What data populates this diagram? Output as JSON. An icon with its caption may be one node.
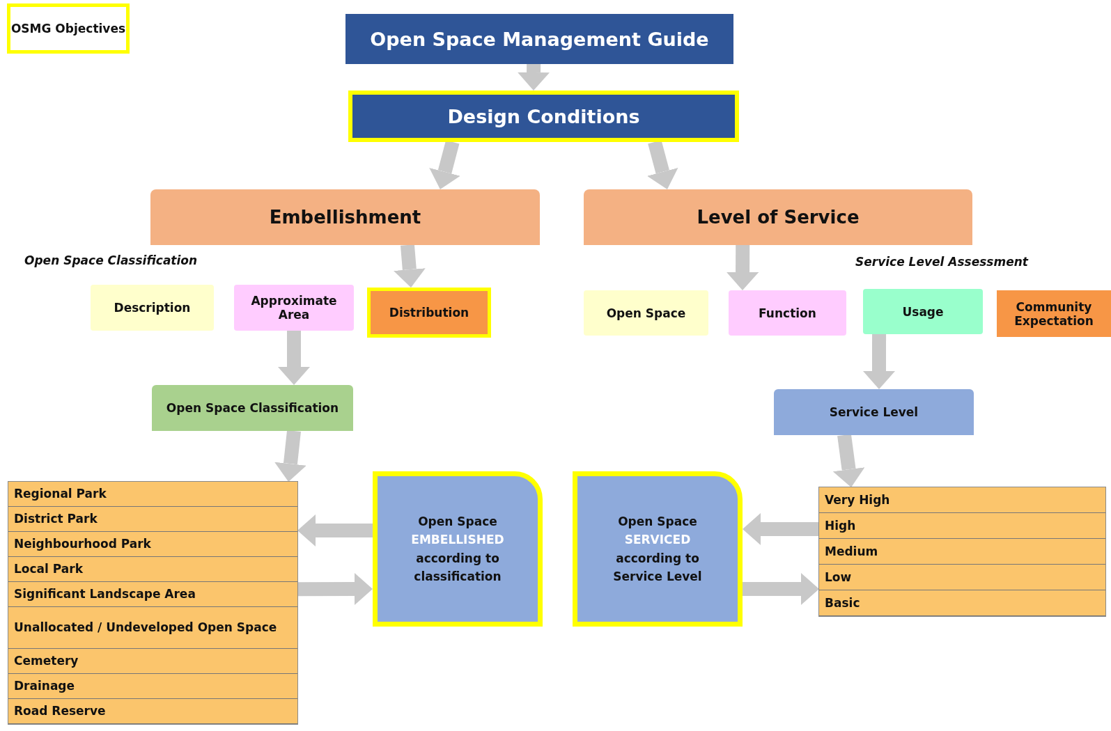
{
  "diagram": {
    "nodes": [
      {
        "text": [
          "OSMG Objectives"
        ]
      },
      {
        "text": [
          "Open Space Management Guide"
        ]
      },
      {
        "text": [
          "Design Conditions"
        ]
      },
      {
        "text": [
          "Embellishment"
        ]
      },
      {
        "text": [
          "Level of Service"
        ]
      },
      {
        "text": [
          "Description"
        ]
      },
      {
        "text": [
          "Approximate Area"
        ]
      },
      {
        "text": [
          "Distribution"
        ]
      },
      {
        "text": [
          "Open Space"
        ]
      },
      {
        "text": [
          "Function"
        ]
      },
      {
        "text": [
          "Usage"
        ]
      },
      {
        "text": [
          "Community Expectation"
        ]
      },
      {
        "text": [
          "Open Space Classification"
        ]
      },
      {
        "text": [
          "Service Level"
        ]
      },
      {
        "text": [],
        "shape": "box"
      },
      {
        "text": [
          "Regional Park"
        ],
        "in": 14
      },
      {
        "text": [
          "District Park"
        ],
        "in": 14
      },
      {
        "text": [
          "Neighbourhood Park"
        ],
        "in": 14
      },
      {
        "text": [
          "Local Park"
        ],
        "in": 14
      },
      {
        "text": [
          "Significant Landscape Area"
        ],
        "in": 14
      },
      {
        "text": [
          "Unallocated / Undeveloped Open Space"
        ],
        "in": 14
      },
      {
        "text": [
          "Cemetery"
        ],
        "in": 14
      },
      {
        "text": [
          "Drainage"
        ],
        "in": 14
      },
      {
        "text": [
          "Road Reserve"
        ],
        "in": 14
      },
      {
        "text": [
          "Open Space **EMBELLISHED** according to classification"
        ]
      },
      {
        "text": [
          "Open Space **SERVICED** according to Service Level"
        ]
      },
      {
        "text": [],
        "shape": "box"
      },
      {
        "text": [
          "Very High"
        ],
        "in": 26
      },
      {
        "text": [
          "High"
        ],
        "in": 26
      },
      {
        "text": [
          "Medium"
        ],
        "in": 26
      },
      {
        "text": [
          "Low"
        ],
        "in": 26
      },
      {
        "text": [
          "Basic"
        ],
        "in": 26
      }
    ],
    "edges": [
      {
        "from": 1,
        "to": 2,
        "arrow": "to"
      },
      {
        "from": 2,
        "to": 3,
        "arrow": "to"
      },
      {
        "from": 2,
        "to": 4,
        "arrow": "to"
      },
      {
        "from": 3,
        "to": 7,
        "arrow": "to"
      },
      {
        "from": 4,
        "to": 9,
        "arrow": "to"
      },
      {
        "from": 6,
        "to": 12,
        "arrow": "to"
      },
      {
        "from": 10,
        "to": 13,
        "arrow": "to"
      },
      {
        "from": 12,
        "to": 14,
        "arrow": "to"
      },
      {
        "from": 13,
        "to": 26,
        "arrow": "to"
      },
      {
        "from": 24,
        "to": 14,
        "arrow": "to"
      },
      {
        "from": 14,
        "to": 24,
        "arrow": "to"
      },
      {
        "from": 26,
        "to": 25,
        "arrow": "to"
      },
      {
        "from": 25,
        "to": 26,
        "arrow": "to"
      }
    ],
    "labels": [
      "Open Space Classification",
      "Service Level Assessment"
    ]
  }
}
